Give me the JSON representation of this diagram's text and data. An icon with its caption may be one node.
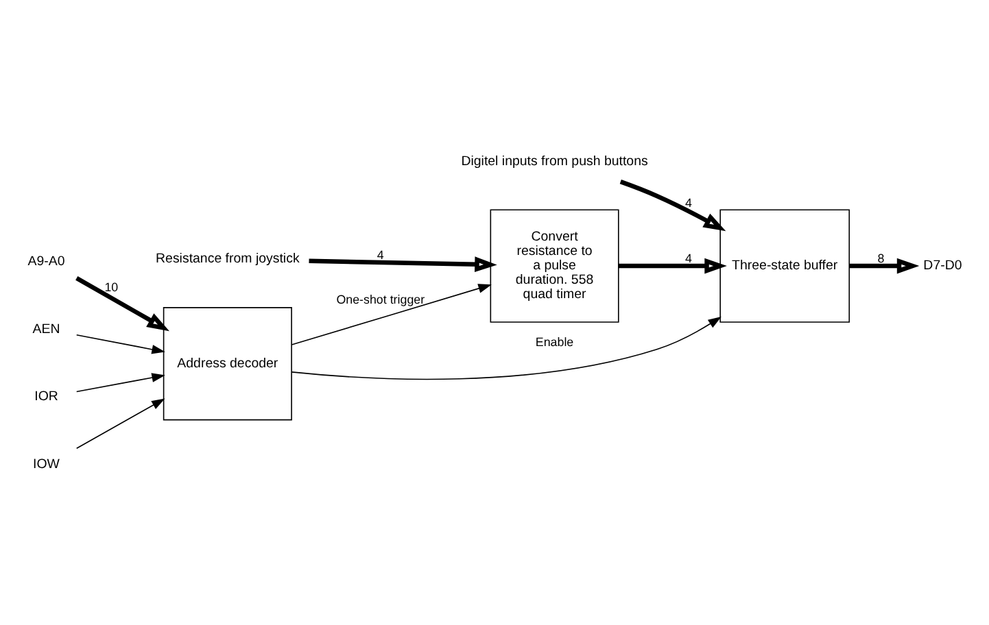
{
  "diagram": {
    "nodes": [
      {
        "text": [
          "Address decoder"
        ]
      },
      {
        "text": [
          "Convert resistance to a pulse duration. 558 quad timer"
        ]
      },
      {
        "text": [
          "Three-state buffer"
        ]
      },
      {
        "text": [
          "A9-A0"
        ]
      },
      {
        "text": [
          "AEN"
        ]
      },
      {
        "text": [
          "IOR"
        ]
      },
      {
        "text": [
          "IOW"
        ]
      },
      {
        "text": [
          "Resistance from joystick"
        ]
      },
      {
        "text": [
          "D7-D0"
        ]
      },
      {
        "text": [
          "Digitel inputs from push buttons"
        ]
      }
    ],
    "edges": [
      {
        "from": 3,
        "to": 0,
        "arrow": "to",
        "label": "10",
        "style": "thick"
      },
      {
        "from": 4,
        "to": 0,
        "arrow": "to"
      },
      {
        "from": 5,
        "to": 0,
        "arrow": "to"
      },
      {
        "from": 6,
        "to": 0,
        "arrow": "to"
      },
      {
        "from": 0,
        "to": 1,
        "arrow": "to",
        "label": "One-shot trigger"
      },
      {
        "from": 0,
        "to": 2,
        "arrow": "to",
        "label": "Enable"
      },
      {
        "from": 7,
        "to": 1,
        "arrow": "to",
        "label": "4",
        "style": "thick"
      },
      {
        "from": 1,
        "to": 2,
        "arrow": "to",
        "label": "4",
        "style": "thick"
      },
      {
        "from": 2,
        "to": 8,
        "arrow": "to",
        "label": "8",
        "style": "thick"
      },
      {
        "from": 9,
        "to": 2,
        "arrow": "to",
        "label": "4",
        "style": "thick"
      }
    ]
  }
}
